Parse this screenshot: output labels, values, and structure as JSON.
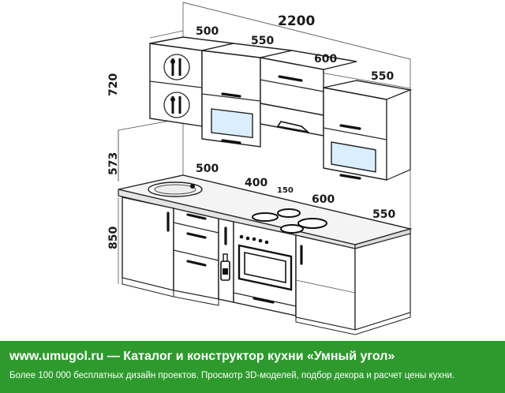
{
  "dimensions": {
    "total_width": "2200",
    "upper_widths": [
      "500",
      "550",
      "600",
      "550"
    ],
    "lower_widths": [
      "500",
      "400",
      "150",
      "600",
      "550"
    ],
    "upper_height": "720",
    "gap_height": "573",
    "lower_height": "850"
  },
  "banner": {
    "title": "www.umugol.ru — Каталог и конструктор кухни «Умный угол»",
    "subtitle": "Более 100 000 бесплатных дизайн проектов. Просмотр 3D-моделей, подбор декора и расчет цены кухни."
  },
  "colors": {
    "banner_bg": "#2e9a2e",
    "glass": "#dbeeff"
  },
  "icons": [
    "cutlery-icon",
    "hood-vent-icon",
    "bottle-icon"
  ]
}
